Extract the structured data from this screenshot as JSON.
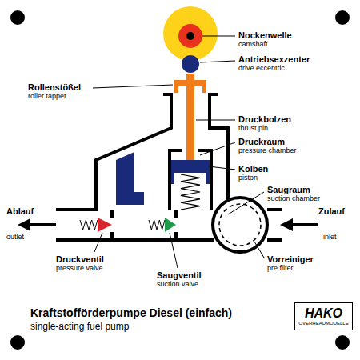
{
  "diagram": {
    "title": "Kraftstofförderpumpe Diesel (einfach)",
    "caption": "single-acting fuel pump",
    "nodes": [
      {
        "text": [
          "HAKO",
          "OVERHEADMODELLE"
        ]
      }
    ],
    "labels": [
      "Nockenwelle",
      "camshaft",
      "Antriebsexzenter",
      "drive eccentric",
      "Rollenstößel",
      "roller tappet",
      "Druckbolzen",
      "thrust pin",
      "Druckraum",
      "pressure chamber",
      "Kolben",
      "piston",
      "Saugraum",
      "suction chamber",
      "Ablauf",
      "outlet",
      "Zulauf",
      "inlet",
      "Vorreiniger",
      "pre filter",
      "Druckventil",
      "pressure valve",
      "Saugventil",
      "suction valve"
    ]
  }
}
